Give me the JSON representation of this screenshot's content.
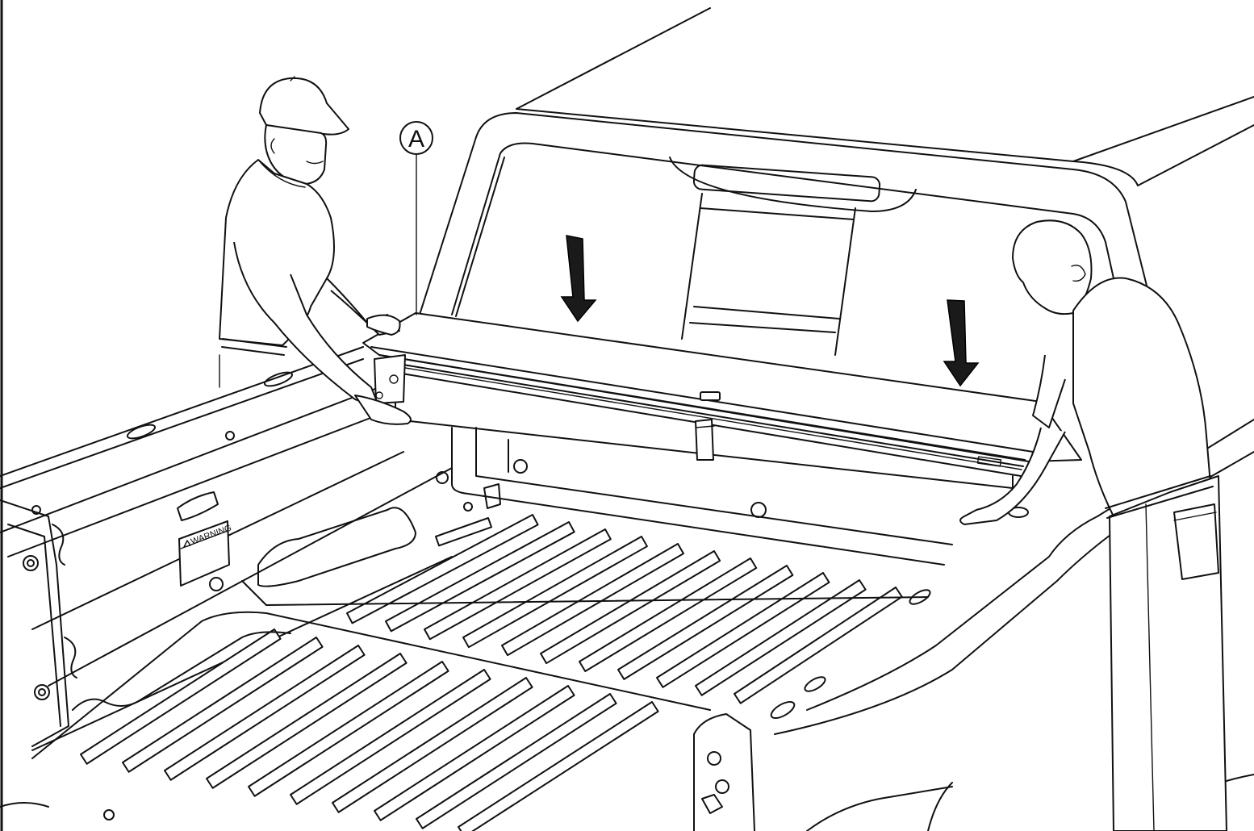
{
  "callout": {
    "letter": "A"
  },
  "warning_label": {
    "text": "WARNING"
  },
  "arrows": [
    {
      "direction": "down"
    },
    {
      "direction": "down"
    }
  ],
  "colors": {
    "line": "#111111",
    "background": "#ffffff",
    "arrow_fill": "#1a1a1a"
  }
}
